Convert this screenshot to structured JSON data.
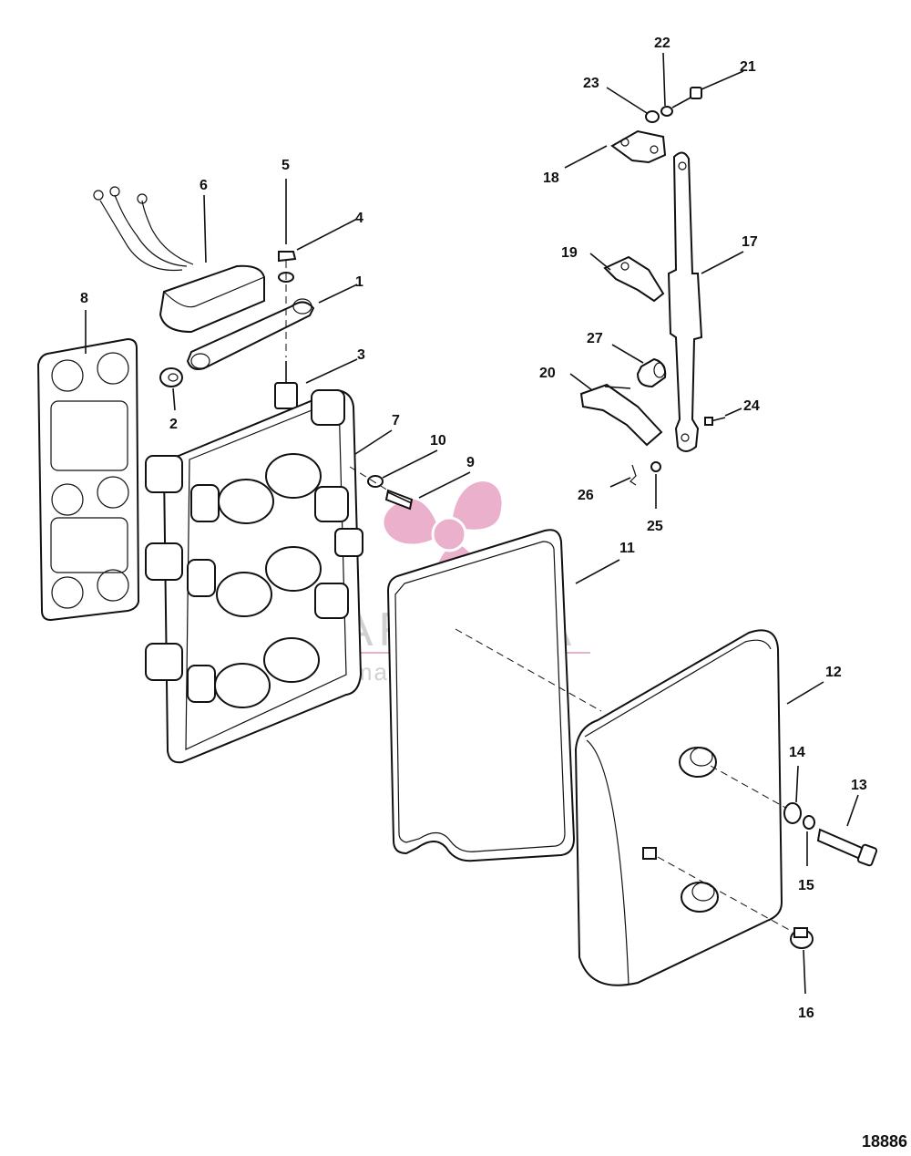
{
  "diagram_id": "18886",
  "watermark": {
    "brand": "ARMADA",
    "tagline": "marine outboards",
    "accent_color": "#e7a3c4"
  },
  "callouts": [
    "1",
    "2",
    "3",
    "4",
    "5",
    "6",
    "7",
    "8",
    "9",
    "10",
    "11",
    "12",
    "13",
    "14",
    "15",
    "16",
    "17",
    "18",
    "19",
    "20",
    "21",
    "22",
    "23",
    "24",
    "25",
    "26",
    "27"
  ]
}
